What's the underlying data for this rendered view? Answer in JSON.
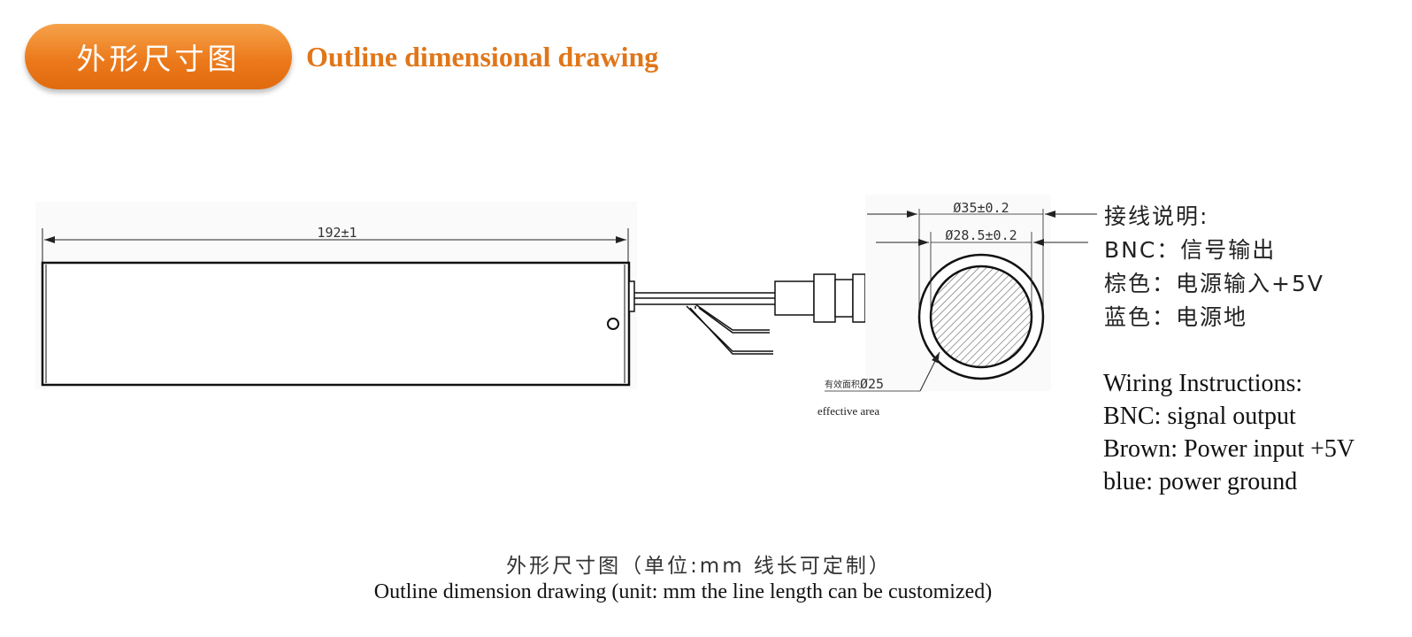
{
  "header": {
    "pill_label": "外形尺寸图",
    "title": "Outline dimensional drawing"
  },
  "drawing": {
    "length_dim": "192±1",
    "outer_dia": "Ø35±0.2",
    "inner_dia": "Ø28.5±0.2",
    "effective_cn": "有效面积",
    "effective_dia": "Ø25",
    "effective_en": "effective area"
  },
  "wiring_cn": {
    "title": "接线说明:",
    "lines": [
      "BNC：信号输出",
      "棕色：电源输入+5V",
      "蓝色：电源地"
    ]
  },
  "wiring_en": {
    "title": "Wiring Instructions:",
    "lines": [
      "BNC: signal output",
      "Brown: Power input +5V",
      "blue: power ground"
    ]
  },
  "caption": {
    "cn": "外形尺寸图（单位:mm 线长可定制）",
    "en": "Outline dimension drawing (unit: mm  the line length can be customized)"
  },
  "colors": {
    "accent": "#e0761a",
    "pill": "#ec7a1c"
  }
}
